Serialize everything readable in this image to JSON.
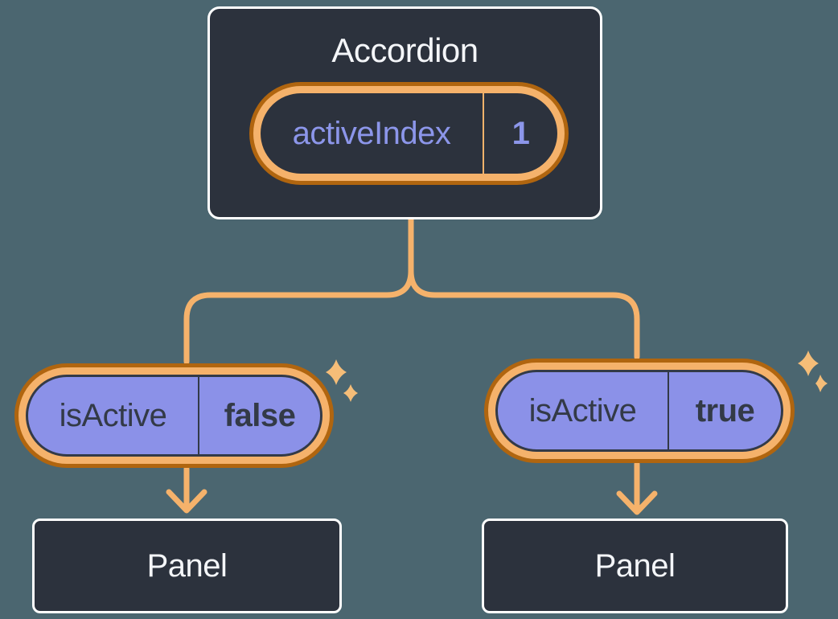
{
  "diagram": {
    "accordion": {
      "title": "Accordion",
      "state_label": "activeIndex",
      "state_value": "1"
    },
    "left_child": {
      "prop_label": "isActive",
      "prop_value": "false",
      "panel_label": "Panel"
    },
    "right_child": {
      "prop_label": "isActive",
      "prop_value": "true",
      "panel_label": "Panel"
    }
  },
  "icons": {
    "sparkle": "four-point-sparkle",
    "arrow": "arrow-down-chevron"
  },
  "colors": {
    "background": "#4B6670",
    "node_fill": "#2C323D",
    "node_border": "#FFFFFF",
    "orange_light": "#F5B26B",
    "orange_dark": "#B0650F",
    "sparkle": "#F5BD78",
    "purple_fill": "#8B91E8",
    "purple_text": "#8C96EA",
    "dark_text": "#333A47",
    "light_text": "#F4F6F9"
  }
}
